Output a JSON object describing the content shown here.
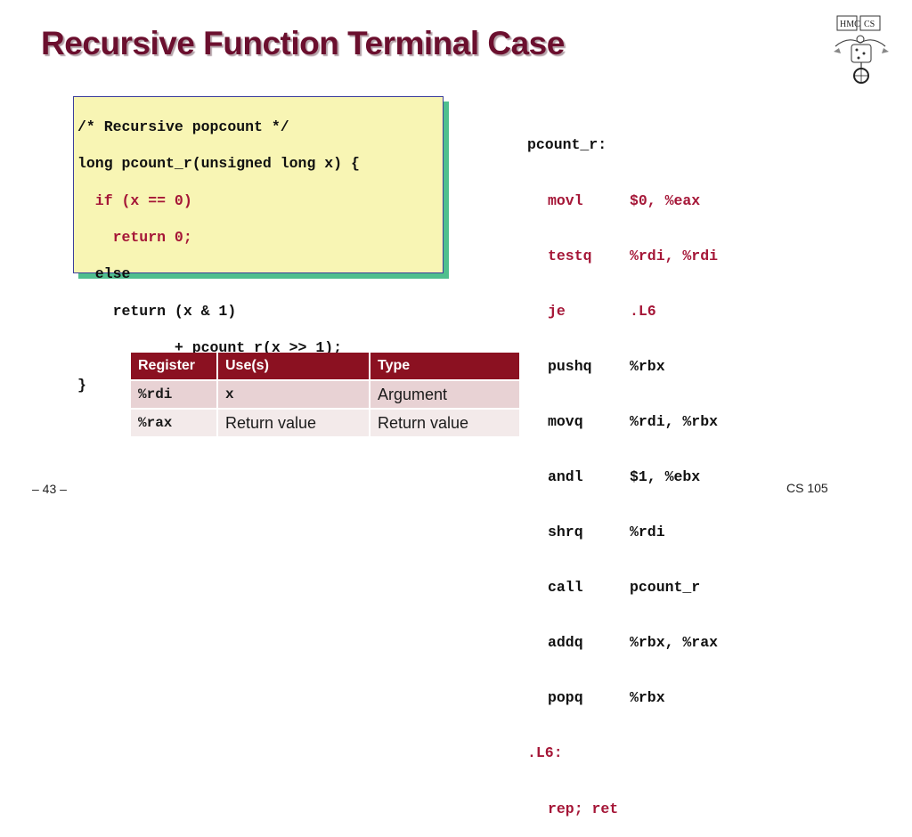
{
  "title": "Recursive Function Terminal Case",
  "c_code": [
    "/* Recursive popcount */",
    "long pcount_r(unsigned long x) {",
    "  if (x == 0)",
    "    return 0;",
    "  else",
    "    return (x & 1)",
    "           + pcount_r(x >> 1);",
    "}"
  ],
  "asm": {
    "label_start": "pcount_r:",
    "instructions": [
      {
        "op": "movl",
        "args": "$0, %eax"
      },
      {
        "op": "testq",
        "args": "%rdi, %rdi"
      },
      {
        "op": "je",
        "args": ".L6"
      },
      {
        "op": "pushq",
        "args": "%rbx"
      },
      {
        "op": "movq",
        "args": "%rdi, %rbx"
      },
      {
        "op": "andl",
        "args": "$1, %ebx"
      },
      {
        "op": "shrq",
        "args": "%rdi"
      },
      {
        "op": "call",
        "args": "pcount_r"
      },
      {
        "op": "addq",
        "args": "%rbx, %rax"
      },
      {
        "op": "popq",
        "args": "%rbx"
      }
    ],
    "label_end": ".L6:",
    "final": "rep; ret"
  },
  "register_table": {
    "headers": [
      "Register",
      "Use(s)",
      "Type"
    ],
    "rows": [
      [
        "%rdi",
        "x",
        "Argument"
      ],
      [
        "%rax",
        "Return value",
        "Return value"
      ]
    ]
  },
  "footer": {
    "page": "– 43 –",
    "course": "CS 105"
  },
  "logo": {
    "text": "HMC CS",
    "icon": "hmc-cs-unicycle-logo-icon"
  },
  "colors": {
    "title": "#6b0f2e",
    "code_red": "#a51637",
    "code_box_bg": "#f8f5b4",
    "code_box_shadow": "#4fbf8e",
    "table_header": "#8b1121"
  }
}
